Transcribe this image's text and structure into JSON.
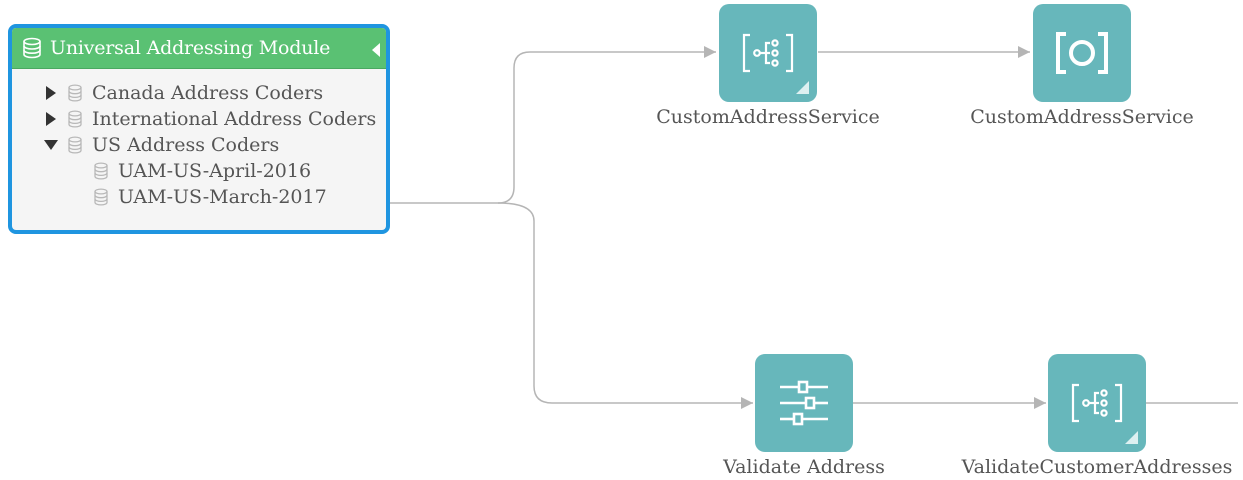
{
  "module": {
    "title": "Universal Addressing Module",
    "header_color": "#5ac173",
    "border_color": "#1f95e0",
    "tree": [
      {
        "label": "Canada Address Coders",
        "expanded": false
      },
      {
        "label": "International Address Coders",
        "expanded": false
      },
      {
        "label": "US Address Coders",
        "expanded": true,
        "children": [
          {
            "label": "UAM-US-April-2016"
          },
          {
            "label": "UAM-US-March-2017"
          }
        ]
      }
    ]
  },
  "nodes": [
    {
      "id": "custom-address-service-flow",
      "label": "CustomAddressService",
      "icon": "subflow-icon"
    },
    {
      "id": "custom-address-service-output",
      "label": "CustomAddressService",
      "icon": "output-icon"
    },
    {
      "id": "validate-address",
      "label": "Validate Address",
      "icon": "filter-sliders-icon"
    },
    {
      "id": "validate-customer-addresses",
      "label": "ValidateCustomerAddresses",
      "icon": "subflow-icon"
    }
  ],
  "colors": {
    "node_fill": "#67b7bb",
    "connector": "#b5b5b5",
    "text": "#555555"
  }
}
